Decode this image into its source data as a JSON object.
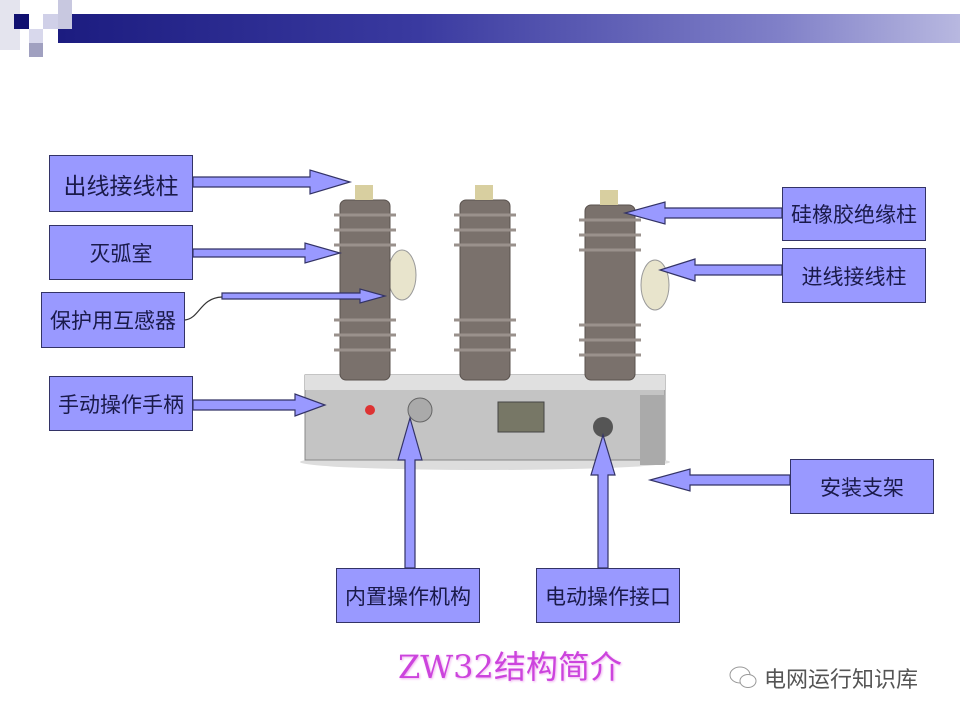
{
  "title": "ZW32结构简介",
  "watermark": {
    "text": "电网运行知识库",
    "icon": "wechat-icon"
  },
  "labels": {
    "outgoing_terminal": "出线接线柱",
    "arc_chamber": "灭弧室",
    "protection_ct": "保护用互感器",
    "manual_handle": "手动操作手柄",
    "silicone_insulator": "硅橡胶绝缘柱",
    "incoming_terminal": "进线接线柱",
    "mounting_bracket": "安装支架",
    "internal_mechanism": "内置操作机构",
    "electric_interface": "电动操作接口"
  },
  "colors": {
    "label_fill": "#9999ff",
    "title": "#cc44dd",
    "header_band": "#1c1c80"
  }
}
